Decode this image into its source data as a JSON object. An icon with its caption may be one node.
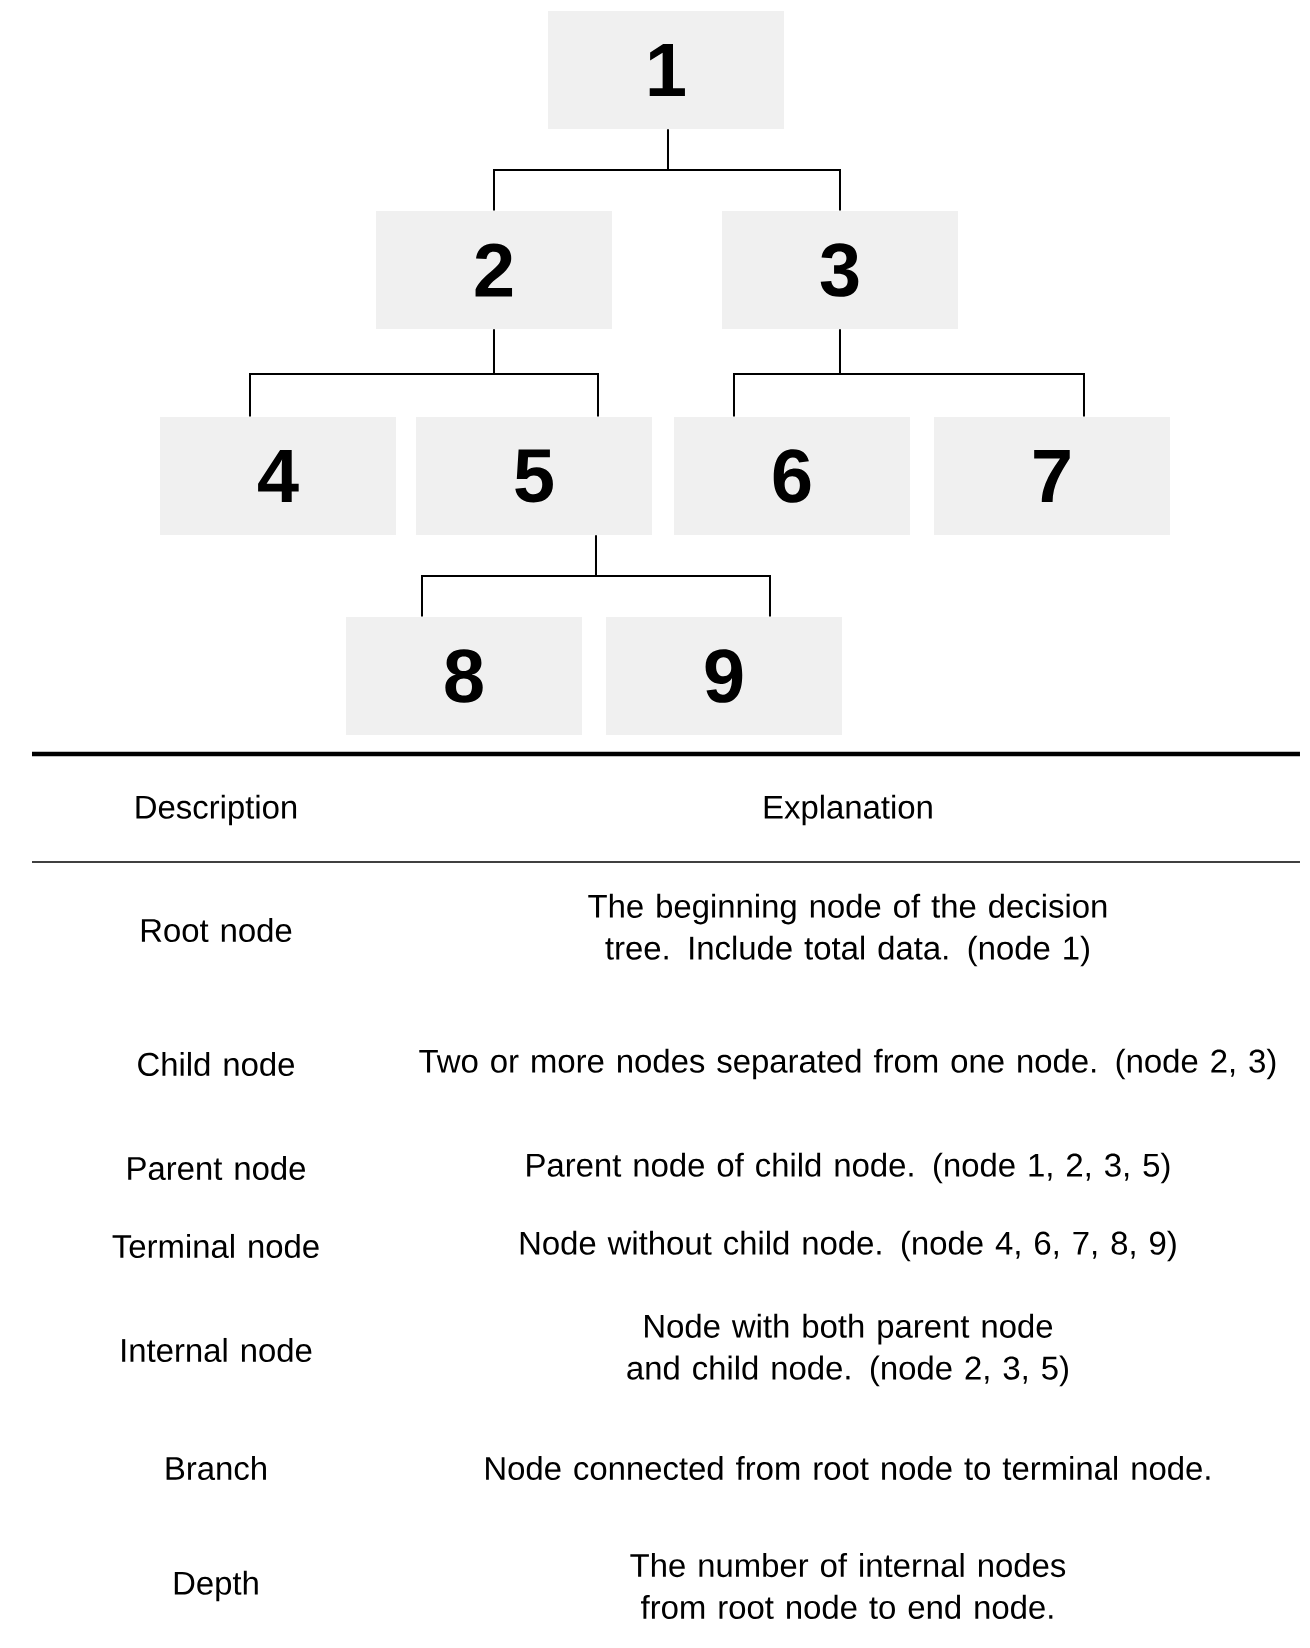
{
  "diagram": {
    "nodes": [
      {
        "text": [
          "1"
        ]
      },
      {
        "text": [
          "2"
        ]
      },
      {
        "text": [
          "3"
        ]
      },
      {
        "text": [
          "4"
        ]
      },
      {
        "text": [
          "5"
        ]
      },
      {
        "text": [
          "6"
        ]
      },
      {
        "text": [
          "7"
        ]
      },
      {
        "text": [
          "8"
        ]
      },
      {
        "text": [
          "9"
        ]
      }
    ],
    "edges": [
      {
        "from": 0,
        "to": 1,
        "arrow": "none"
      },
      {
        "from": 0,
        "to": 2,
        "arrow": "none"
      },
      {
        "from": 1,
        "to": 3,
        "arrow": "none"
      },
      {
        "from": 1,
        "to": 4,
        "arrow": "none"
      },
      {
        "from": 2,
        "to": 5,
        "arrow": "none"
      },
      {
        "from": 2,
        "to": 6,
        "arrow": "none"
      },
      {
        "from": 4,
        "to": 7,
        "arrow": "none"
      },
      {
        "from": 4,
        "to": 8,
        "arrow": "none"
      }
    ],
    "labels": [
      "Description",
      "Explanation",
      "Root node",
      "The beginning node of the decision tree. Include total data. (node 1)",
      "Child node",
      "Two or more nodes separated from one node. (node 2, 3)",
      "Parent node",
      "Parent node of child node. (node 1, 2, 3, 5)",
      "Terminal node",
      "Node without child node. (node 4, 6, 7, 8, 9)",
      "Internal node",
      "Node with both parent node and child node. (node 2, 3, 5)",
      "Branch",
      "Node connected from root node to terminal node.",
      "Depth",
      "The number of internal nodes from root node to end node."
    ]
  }
}
